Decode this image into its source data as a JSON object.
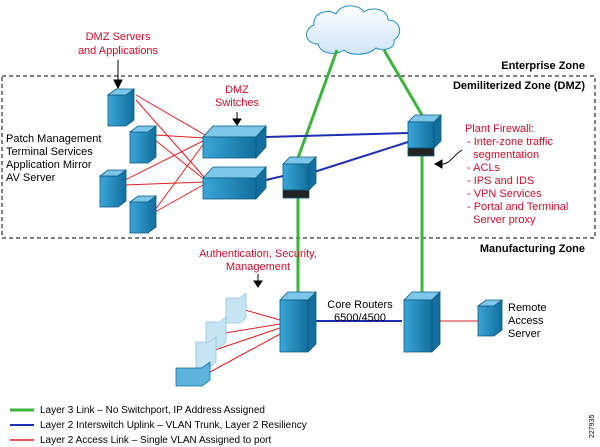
{
  "zones": {
    "enterprise": "Enterprise Zone",
    "dmz": "Demiliterized Zone (DMZ)",
    "manufacturing": "Manufacturing Zone"
  },
  "labels": {
    "dmz_servers_1": "DMZ Servers",
    "dmz_servers_2": "and Applications",
    "dmz_switches_1": "DMZ",
    "dmz_switches_2": "Switches",
    "server_list": [
      "Patch Management",
      "Terminal Services",
      "Application Mirror",
      "AV Server"
    ],
    "auth_1": "Authentication, Security,",
    "auth_2": "Management",
    "core_1": "Core Routers",
    "core_2": "6500/4500",
    "remote": [
      "Remote",
      "Access",
      "Server"
    ],
    "firewall_title": "Plant Firewall:",
    "firewall_items": [
      "- Inter-zone traffic",
      "  segmentation",
      "- ACLs",
      "- IPS and IDS",
      "- VPN Services",
      "- Portal and Terminal",
      "  Server proxy"
    ]
  },
  "legend": [
    {
      "color": "#3cb43c",
      "text": "Layer 3 Link – No Switchport, IP Address Assigned"
    },
    {
      "color": "#1f2fb5",
      "text": "Layer 2 Interswitch Uplink – VLAN Trunk, Layer 2 Resiliency"
    },
    {
      "color": "#e02020",
      "text": "Layer 2 Access Link – Single VLAN Assigned to port"
    }
  ],
  "figure_id": "227935",
  "colors": {
    "l3": "#3cb43c",
    "l2": "#1f2fb5",
    "access": "#e02020",
    "device": "#1d8fc4",
    "annotation": "#c8102e"
  }
}
